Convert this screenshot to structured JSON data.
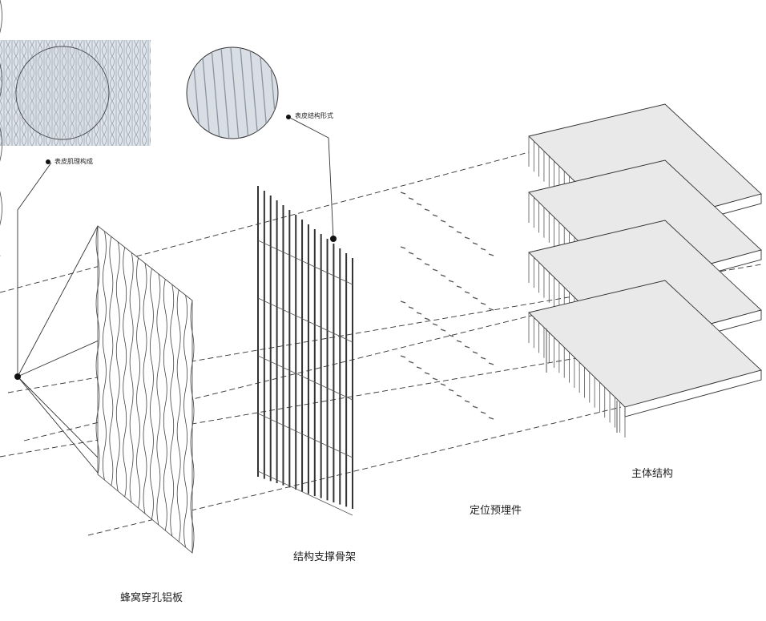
{
  "labels": {
    "texture_detail": "表皮肌理构成",
    "structure_detail": "表皮结构形式",
    "aluminum_panel": "蜂窝穿孔铝板",
    "support_frame": "结构支撑骨架",
    "embedded_parts": "定位预埋件",
    "main_structure": "主体结构"
  },
  "colors": {
    "line": "#222222",
    "fill_light": "#e9ecef",
    "slab_top": "#e8e8e8",
    "slab_edge": "#ffffff"
  },
  "icons": {
    "panel": "perforated-panel-icon",
    "frame": "frame-icon",
    "anchors": "anchor-icon",
    "building": "building-icon"
  }
}
